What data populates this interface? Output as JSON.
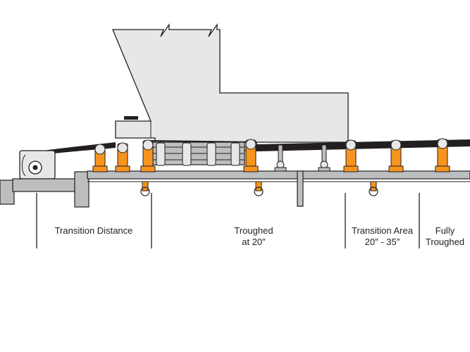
{
  "labels": {
    "transition_distance": "Transition Distance",
    "troughed_line1": "Troughed",
    "troughed_line2": "at 20″",
    "transition_area_line1": "Transition Area",
    "transition_area_line2": "20″ - 35″",
    "fully_troughed_line1": "Fully",
    "fully_troughed_line2": "Troughed"
  },
  "colors": {
    "idler_orange": "#f7941d",
    "chute_gray": "#e6e7e8",
    "frame_gray": "#bcbec0",
    "outline": "#231f20",
    "belt": "#231f20"
  },
  "icons": {
    "tail_pulley": "tail-pulley-icon",
    "trough_idler": "trough-idler-icon",
    "return_idler": "return-idler-icon",
    "impact_bed": "impact-bed-icon"
  }
}
